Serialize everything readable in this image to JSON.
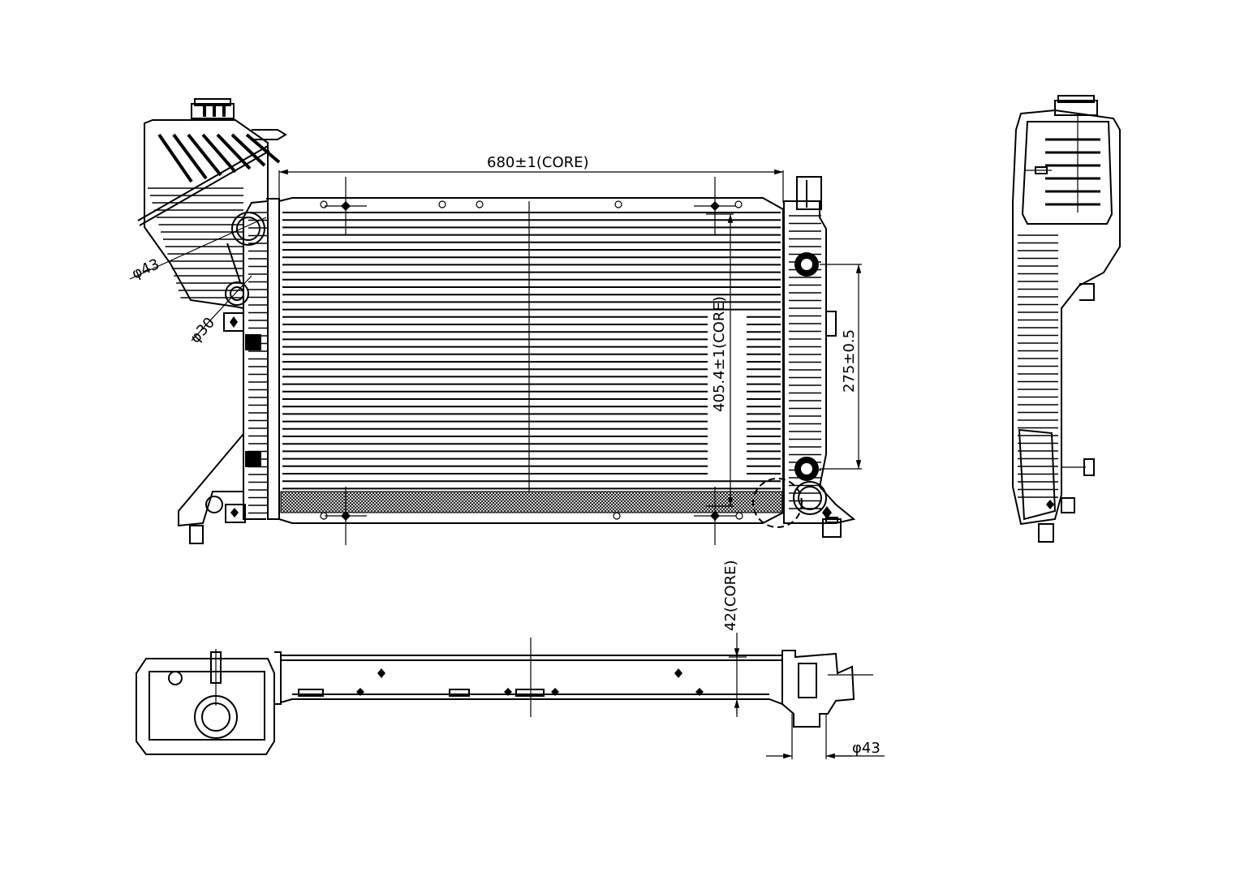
{
  "dimensions": {
    "core_width": "680±1(CORE)",
    "core_height": "405.4±1(CORE)",
    "mount_spacing": "275±0.5",
    "core_depth": "42(CORE)",
    "tank_outlet_large": "φ43",
    "tank_outlet_small": "φ30",
    "side_outlet": "φ43"
  },
  "views": [
    "front-view",
    "side-view",
    "top-view"
  ],
  "style": {
    "line_color": "#000000",
    "background": "#ffffff"
  }
}
